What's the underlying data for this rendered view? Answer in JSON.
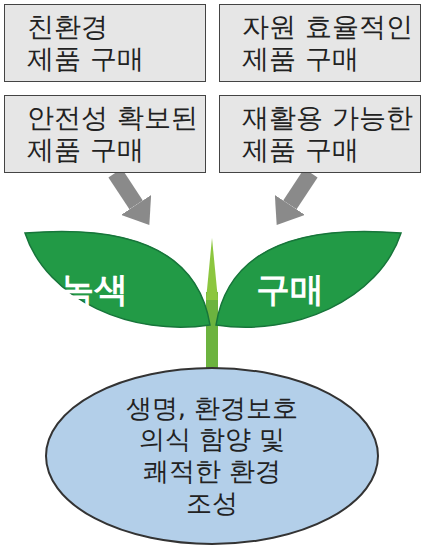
{
  "diagram": {
    "nodes": [
      {
        "text": [
          "친환경 제품 구매"
        ]
      },
      {
        "text": [
          "자원 효율적인 제품 구매"
        ]
      },
      {
        "text": [
          "안전성 확보된 제품 구매"
        ]
      },
      {
        "text": [
          "재활용 가능한 제품 구매"
        ]
      },
      {
        "text": [
          "녹색"
        ]
      },
      {
        "text": [
          "구매"
        ]
      },
      {
        "text": [
          "생명, 환경보호 의식 함양 및 쾌적한 환경 조성"
        ]
      }
    ],
    "edges": [
      {
        "from": 2,
        "to": 4,
        "arrow": "to"
      },
      {
        "from": 3,
        "to": 5,
        "arrow": "to"
      }
    ]
  }
}
